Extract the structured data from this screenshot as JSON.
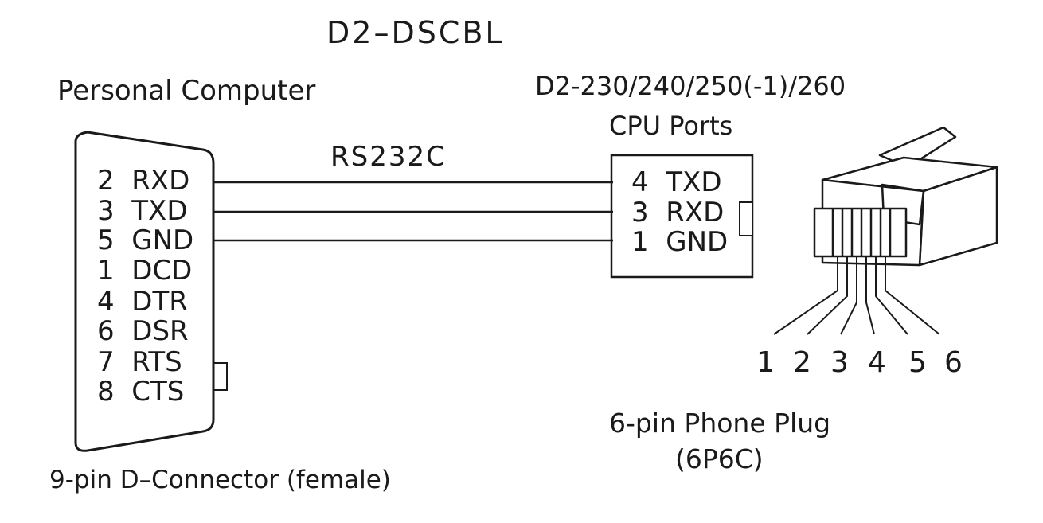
{
  "title": "D2–DSCBL",
  "pc_label": "Personal Computer",
  "cpu_label_line1": "D2-230/240/250(-1)/260",
  "cpu_label_line2": "CPU Ports",
  "cable_label": "RS232C",
  "d_connector_label": "9-pin D–Connector (female)",
  "phone_plug_line1": "6-pin Phone Plug",
  "phone_plug_line2": "(6P6C)",
  "pc_pins": [
    {
      "num": "2",
      "name": "RXD"
    },
    {
      "num": "3",
      "name": "TXD"
    },
    {
      "num": "5",
      "name": "GND"
    },
    {
      "num": "1",
      "name": "DCD"
    },
    {
      "num": "4",
      "name": "DTR"
    },
    {
      "num": "6",
      "name": "DSR"
    },
    {
      "num": "7",
      "name": "RTS"
    },
    {
      "num": "8",
      "name": "CTS"
    }
  ],
  "cpu_pins": [
    {
      "num": "4",
      "name": "TXD"
    },
    {
      "num": "3",
      "name": "RXD"
    },
    {
      "num": "1",
      "name": "GND"
    }
  ],
  "plug_pin_numbers": [
    "1",
    "2",
    "3",
    "4",
    "5",
    "6"
  ]
}
